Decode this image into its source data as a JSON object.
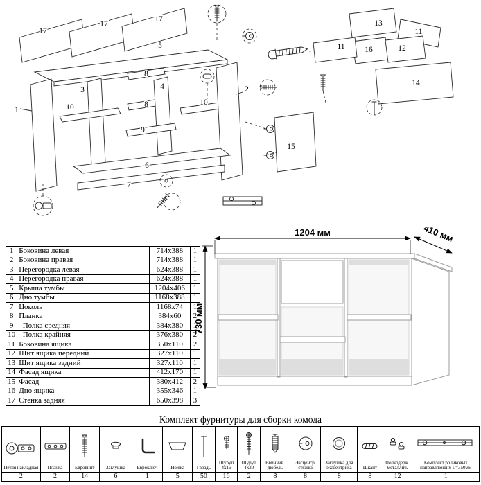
{
  "diagram": {
    "labels": {
      "b17a": "17",
      "b17b": "17",
      "b17c": "17",
      "b5": "5",
      "b1": "1",
      "b3": "3",
      "b10a": "10",
      "b8a": "8",
      "b8b": "8",
      "b4": "4",
      "b9": "9",
      "b10b": "10",
      "b2": "2",
      "b6": "6",
      "b7": "7",
      "b15": "15",
      "b13": "13",
      "b11a": "11",
      "b16": "16",
      "b12": "12",
      "b11b": "11",
      "b14": "14"
    }
  },
  "dresser": {
    "width_label": "1204 мм",
    "depth_label": "410 мм",
    "height_label": "730 мм"
  },
  "parts_table": {
    "rows": [
      {
        "num": "1",
        "name": "Боковина левая",
        "size": "714x388",
        "qty": "1"
      },
      {
        "num": "2",
        "name": "Боковина правая",
        "size": "714x388",
        "qty": "1"
      },
      {
        "num": "3",
        "name": "Перегородка левая",
        "size": "624x388",
        "qty": "1"
      },
      {
        "num": "4",
        "name": "Перегородка правая",
        "size": "624x388",
        "qty": "1"
      },
      {
        "num": "5",
        "name": "Крыша тумбы",
        "size": "1204x406",
        "qty": "1"
      },
      {
        "num": "6",
        "name": "Дно тумбы",
        "size": "1168x388",
        "qty": "1"
      },
      {
        "num": "7",
        "name": "Цоколь",
        "size": "1168x74",
        "qty": "1"
      },
      {
        "num": "8",
        "name": "Планка",
        "size": "384x60",
        "qty": "2"
      },
      {
        "num": "9",
        "name": "  Полка средняя",
        "size": "384x380",
        "qty": "1"
      },
      {
        "num": "10",
        "name": "  Полка крайняя",
        "size": "376x380",
        "qty": "2"
      },
      {
        "num": "11",
        "name": "Боковина ящика",
        "size": "350x110",
        "qty": "2"
      },
      {
        "num": "12",
        "name": "Щит ящика передний",
        "size": "327x110",
        "qty": "1"
      },
      {
        "num": "13",
        "name": "Щит ящика задний",
        "size": "327x110",
        "qty": "1"
      },
      {
        "num": "14",
        "name": "Фасад ящика",
        "size": "412x170",
        "qty": "1"
      },
      {
        "num": "15",
        "name": "Фасад",
        "size": "380x412",
        "qty": "2"
      },
      {
        "num": "16",
        "name": "Дно ящика",
        "size": "355x346",
        "qty": "1"
      },
      {
        "num": "17",
        "name": "Стенка задняя",
        "size": "650x398",
        "qty": "3"
      }
    ]
  },
  "hardware": {
    "title": "Комплект фурнитуры для сборки комода",
    "items": [
      {
        "name": "Петля накладная",
        "qty": "2",
        "icon": "hinge"
      },
      {
        "name": "Планка",
        "qty": "2",
        "icon": "plate"
      },
      {
        "name": "Евровинт",
        "qty": "14",
        "icon": "confirmat-screw"
      },
      {
        "name": "Заглушка",
        "qty": "6",
        "icon": "cap"
      },
      {
        "name": "Евроключ",
        "qty": "1",
        "icon": "hex-key"
      },
      {
        "name": "Ножка",
        "qty": "5",
        "icon": "foot"
      },
      {
        "name": "Гвоздь",
        "qty": "50",
        "icon": "nail"
      },
      {
        "name": "Шуруп 4x16",
        "qty": "16",
        "icon": "screw-small"
      },
      {
        "name": "Шуруп 4x30",
        "qty": "2",
        "icon": "screw-long"
      },
      {
        "name": "Ввинчив. дюбель",
        "qty": "8",
        "icon": "dowel-screw"
      },
      {
        "name": "Эксцентр. стяжка",
        "qty": "8",
        "icon": "cam-lock"
      },
      {
        "name": "Заглушка для эксцентрика",
        "qty": "8",
        "icon": "cam-cap"
      },
      {
        "name": "Шкант",
        "qty": "8",
        "icon": "wood-dowel"
      },
      {
        "name": "Полкодерж. металлич.",
        "qty": "12",
        "icon": "shelf-pin"
      },
      {
        "name": "Комплект роликовых направляющих L=350мм",
        "qty": "1",
        "icon": "drawer-slide"
      }
    ]
  }
}
